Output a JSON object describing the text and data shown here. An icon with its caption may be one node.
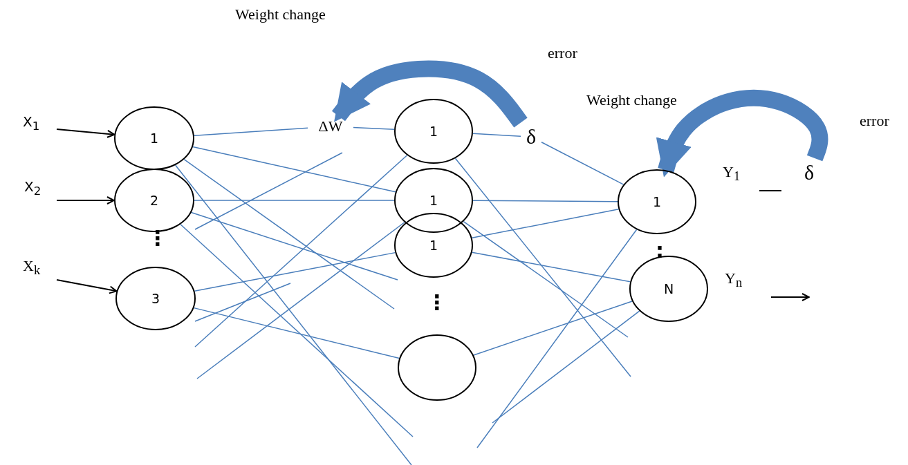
{
  "diagram": {
    "nodes": [
      {
        "text": [
          "1"
        ]
      },
      {
        "text": [
          "2"
        ]
      },
      {
        "text": [
          "3"
        ]
      },
      {
        "text": [
          "ΔW"
        ]
      },
      {
        "text": [
          "1"
        ]
      },
      {
        "text": [
          "1"
        ]
      },
      {
        "text": [
          "1"
        ]
      },
      {
        "text": [],
        "shape": "circle"
      },
      {
        "text": [
          "δ"
        ]
      },
      {
        "text": [
          "1"
        ]
      },
      {
        "text": [
          "N"
        ]
      },
      {
        "text": [
          "δ"
        ]
      }
    ],
    "edges": [
      {
        "from": null,
        "to": 0,
        "arrow": "to",
        "color": "#000000"
      },
      {
        "from": null,
        "to": 1,
        "arrow": "to",
        "color": "#000000"
      },
      {
        "from": null,
        "to": 2,
        "arrow": "to",
        "color": "#000000"
      },
      {
        "from": 8,
        "to": 3,
        "arrow": "to",
        "style": "thick",
        "color": "#4f81bd"
      },
      {
        "from": 11,
        "to": 9,
        "arrow": "to",
        "style": "thick",
        "color": "#4f81bd"
      },
      {
        "from": 0,
        "to": 3,
        "arrow": "none"
      },
      {
        "from": 3,
        "to": 4,
        "arrow": "none"
      },
      {
        "from": 0,
        "to": 5,
        "arrow": "none"
      },
      {
        "from": 0,
        "to": null,
        "arrow": "none"
      },
      {
        "from": 0,
        "to": null,
        "arrow": "none"
      },
      {
        "from": 1,
        "to": 5,
        "arrow": "none"
      },
      {
        "from": 1,
        "to": null,
        "arrow": "none"
      },
      {
        "from": 1,
        "to": null,
        "arrow": "none"
      },
      {
        "from": 2,
        "to": 7,
        "arrow": "none"
      },
      {
        "from": 2,
        "to": 6,
        "arrow": "none"
      },
      {
        "from": null,
        "to": 4,
        "arrow": "none"
      },
      {
        "from": null,
        "to": 5,
        "arrow": "none"
      },
      {
        "from": 4,
        "to": 8,
        "arrow": "none"
      },
      {
        "from": 8,
        "to": 9,
        "arrow": "none"
      },
      {
        "from": 4,
        "to": null,
        "arrow": "none"
      },
      {
        "from": 5,
        "to": 9,
        "arrow": "none"
      },
      {
        "from": 5,
        "to": null,
        "arrow": "none"
      },
      {
        "from": 6,
        "to": 10,
        "arrow": "none"
      },
      {
        "from": 6,
        "to": 9,
        "arrow": "none"
      },
      {
        "from": 7,
        "to": 10,
        "arrow": "none"
      },
      {
        "from": null,
        "to": 9,
        "arrow": "none"
      },
      {
        "from": null,
        "to": 10,
        "arrow": "none"
      }
    ],
    "labels": [
      "Weight change",
      "error",
      "Weight change",
      "error",
      "X$_{1}$",
      "X$_{2}$",
      "X$_{k}$",
      "⋮",
      "⋮",
      ":",
      "Y$_{1}$",
      "Y$_{n}$"
    ]
  }
}
